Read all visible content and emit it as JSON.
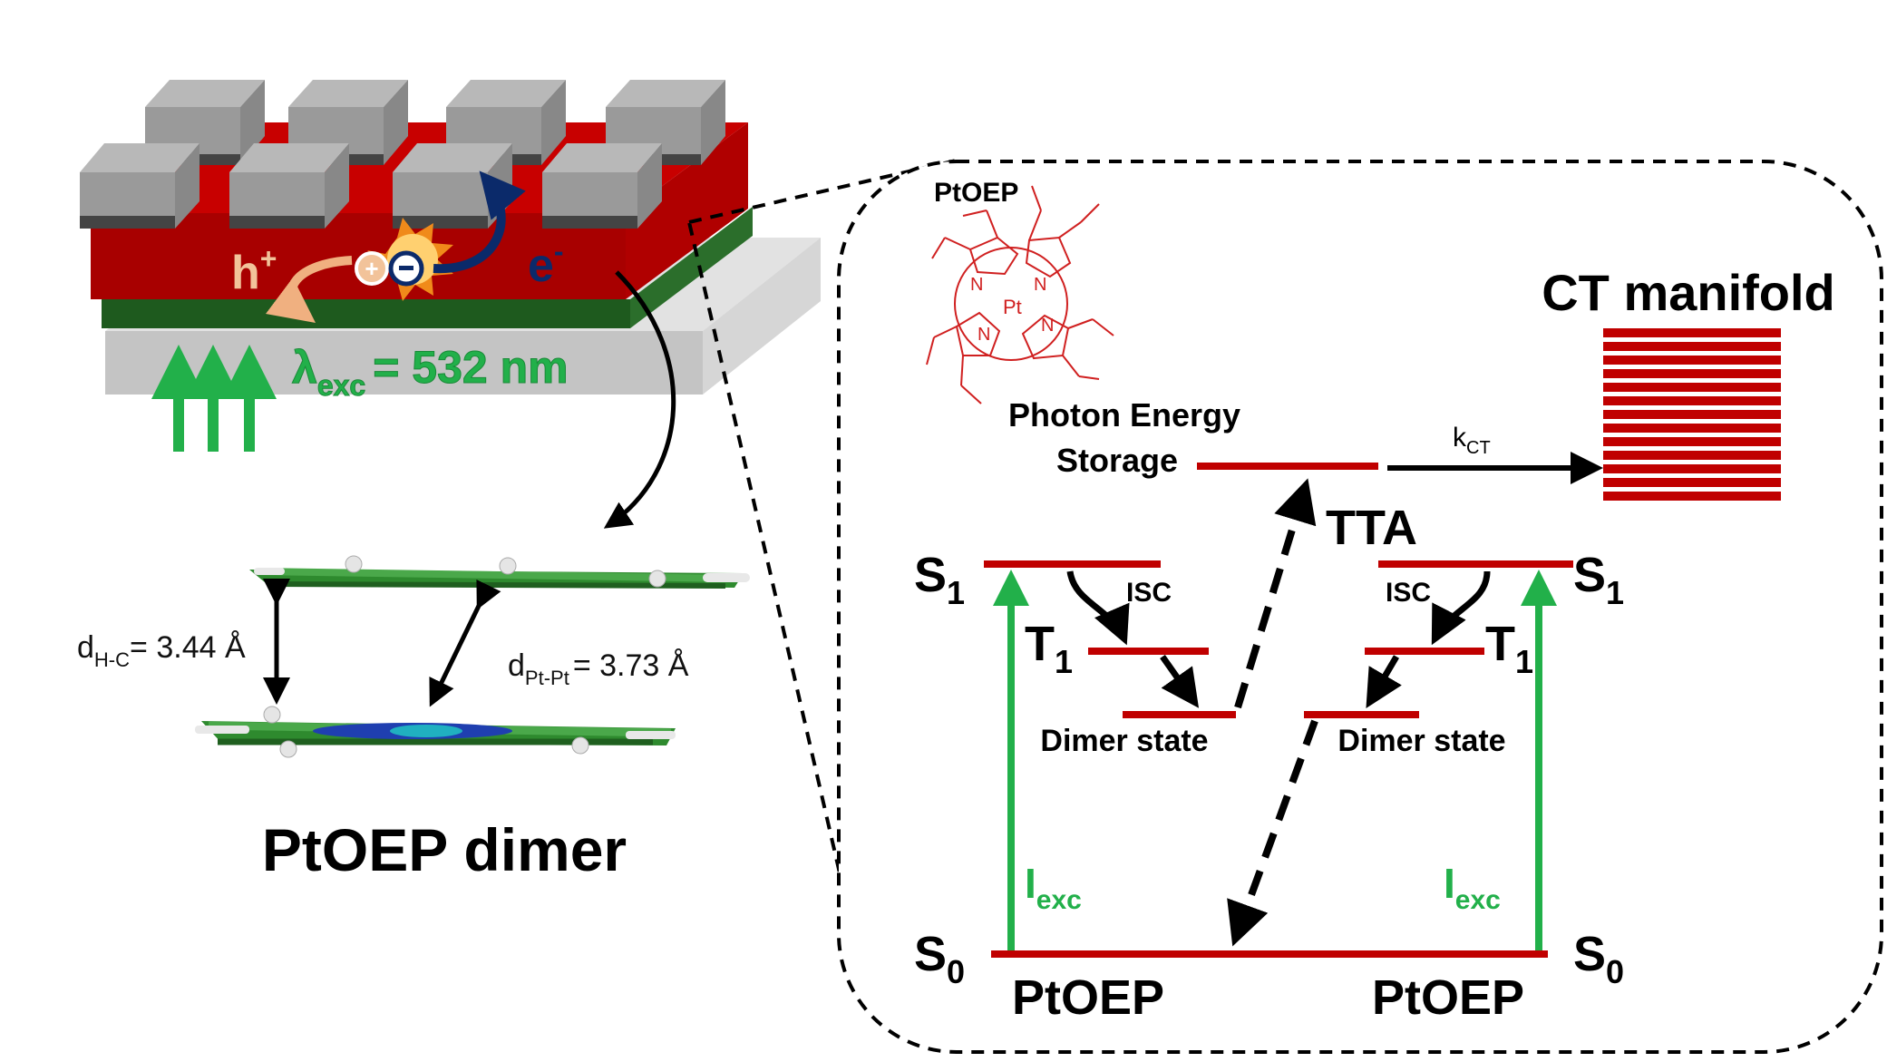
{
  "device": {
    "hole": "h",
    "hole_sup": "+",
    "electron": "e",
    "electron_sup": "-",
    "lambda_symbol": "λ",
    "lambda_sub": "exc",
    "lambda_value": "= 532 nm",
    "colors": {
      "absorber": "#a80000",
      "hole_layer": "#1e5a1e",
      "substrate": "#c4c4c4",
      "contact": "#9a9a9a",
      "excitation": "#22b04a",
      "electron_arrow": "#0b2a6a",
      "hole_arrow": "#f0b080"
    }
  },
  "dimer": {
    "d_hc_prefix": "d",
    "d_hc_sub": "H-C",
    "d_hc_value": "= 3.44 Å",
    "d_ptpt_prefix": "d",
    "d_ptpt_sub": "Pt-Pt",
    "d_ptpt_value": "= 3.73 Å",
    "title": "PtOEP dimer"
  },
  "molecule": {
    "name": "PtOEP",
    "metal": "Pt",
    "n_label": "N",
    "color": "#d02020"
  },
  "levels": {
    "storage_line1": "Photon Energy",
    "storage_line2": "Storage",
    "kct_main": "k",
    "kct_sub": "CT",
    "ct_title": "CT manifold",
    "tta": "TTA",
    "s1_main": "S",
    "s1_sub": "1",
    "t1_main": "T",
    "t1_sub": "1",
    "s0_main": "S",
    "s0_sub": "0",
    "isc": "ISC",
    "dimer_state": "Dimer state",
    "iexc_main": "I",
    "iexc_sub": "exc",
    "ground_left": "PtOEP",
    "ground_right": "PtOEP",
    "level_color": "#c00000",
    "excitation_color": "#22b04a"
  }
}
